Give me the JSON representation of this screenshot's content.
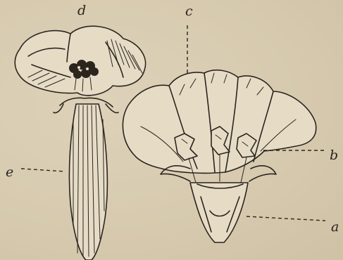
{
  "labels": {
    "d": "d",
    "c": "c",
    "b": "b",
    "e": "e",
    "a": "a"
  },
  "colors": {
    "paper": "#d9cdb3",
    "ink": "#2b251e"
  }
}
